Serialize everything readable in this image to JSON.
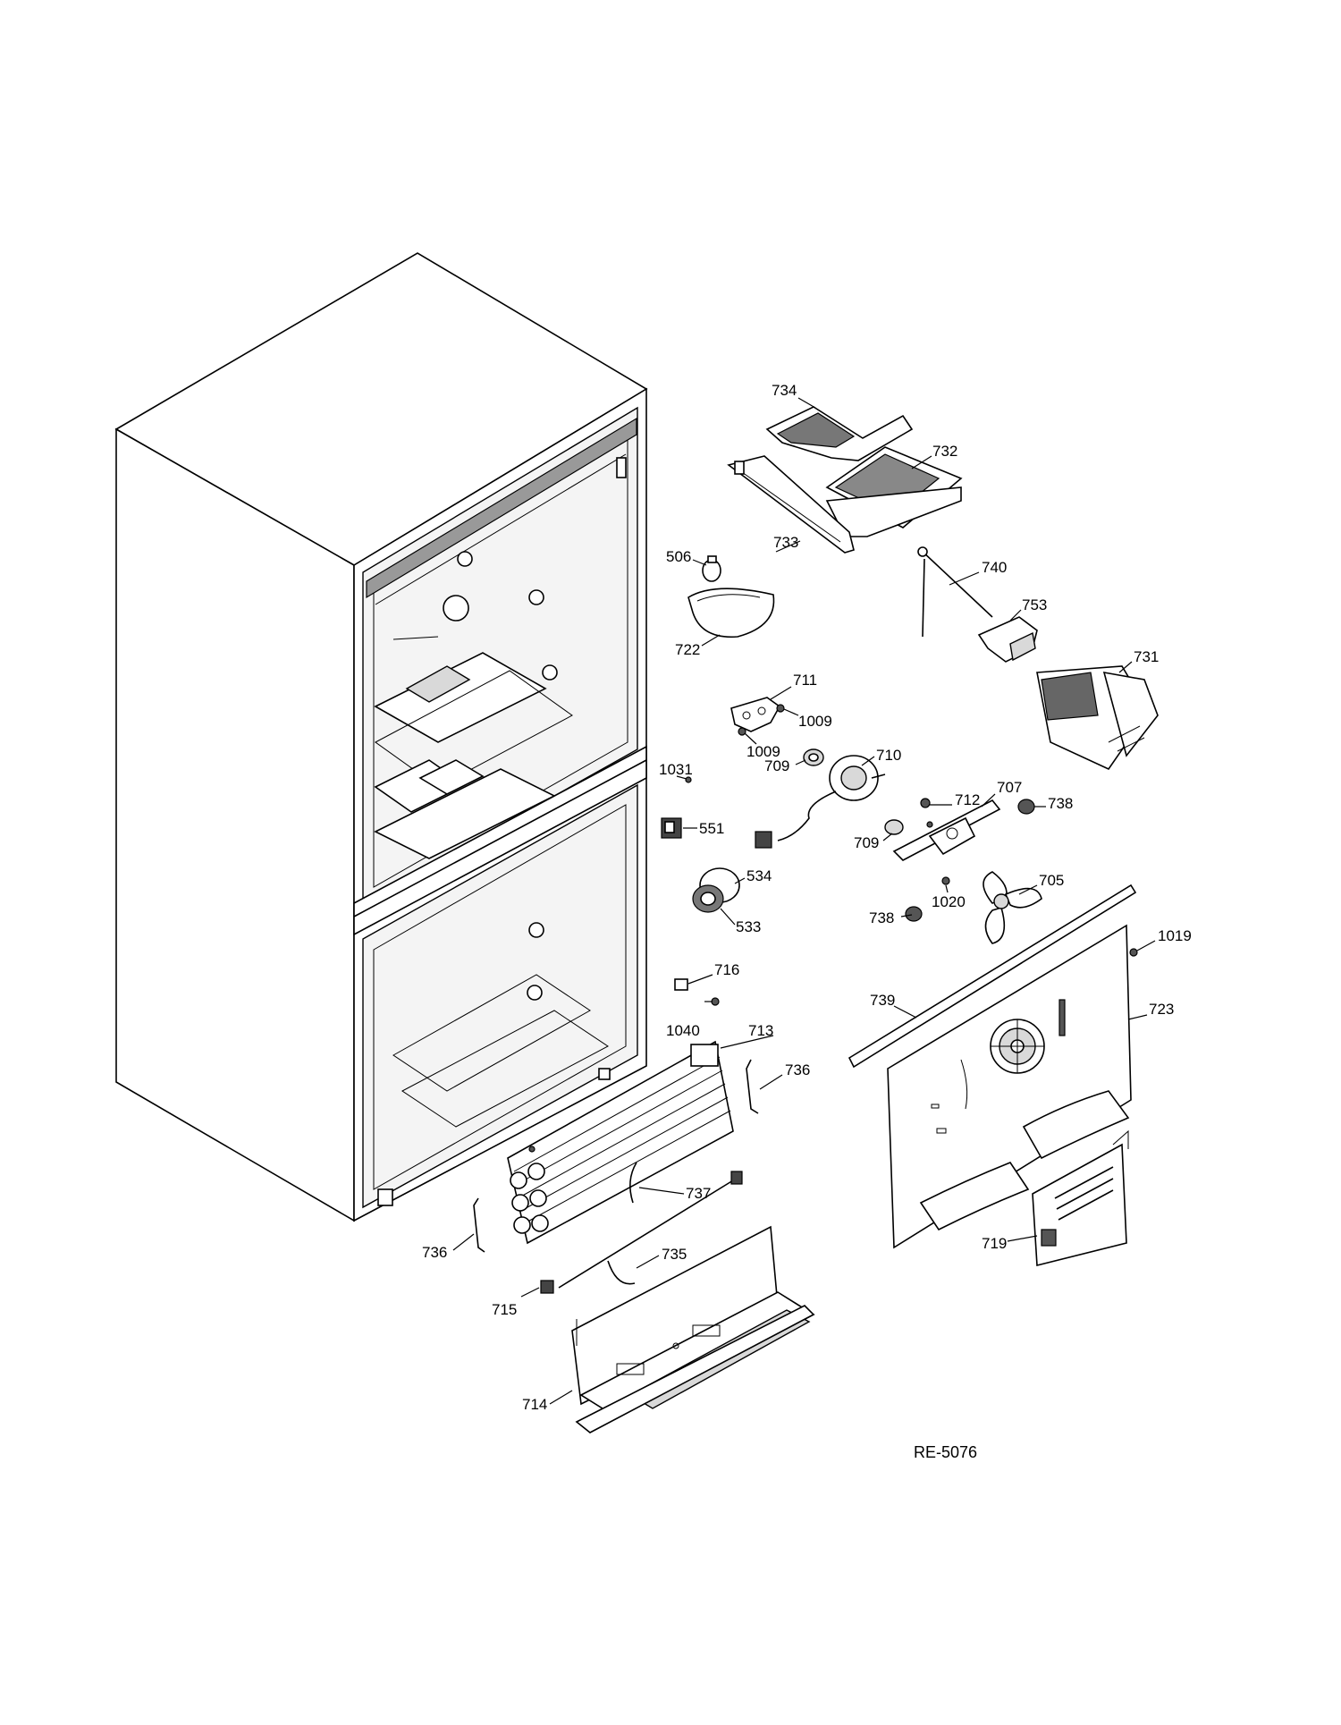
{
  "drawing_code": "RE-5076",
  "callouts": [
    {
      "id": "734",
      "text": "734"
    },
    {
      "id": "732",
      "text": "732"
    },
    {
      "id": "733",
      "text": "733"
    },
    {
      "id": "506",
      "text": "506"
    },
    {
      "id": "722",
      "text": "722"
    },
    {
      "id": "740",
      "text": "740"
    },
    {
      "id": "753",
      "text": "753"
    },
    {
      "id": "731",
      "text": "731"
    },
    {
      "id": "711",
      "text": "711"
    },
    {
      "id": "1009a",
      "text": "1009"
    },
    {
      "id": "1009b",
      "text": "1009"
    },
    {
      "id": "709a",
      "text": "709"
    },
    {
      "id": "710",
      "text": "710"
    },
    {
      "id": "1031",
      "text": "1031"
    },
    {
      "id": "551",
      "text": "551"
    },
    {
      "id": "712",
      "text": "712"
    },
    {
      "id": "707",
      "text": "707"
    },
    {
      "id": "738a",
      "text": "738"
    },
    {
      "id": "709b",
      "text": "709"
    },
    {
      "id": "534",
      "text": "534"
    },
    {
      "id": "533",
      "text": "533"
    },
    {
      "id": "705",
      "text": "705"
    },
    {
      "id": "738b",
      "text": "738"
    },
    {
      "id": "1020",
      "text": "1020"
    },
    {
      "id": "1019",
      "text": "1019"
    },
    {
      "id": "716",
      "text": "716"
    },
    {
      "id": "739",
      "text": "739"
    },
    {
      "id": "723",
      "text": "723"
    },
    {
      "id": "1040",
      "text": "1040"
    },
    {
      "id": "713",
      "text": "713"
    },
    {
      "id": "736a",
      "text": "736"
    },
    {
      "id": "737",
      "text": "737"
    },
    {
      "id": "736b",
      "text": "736"
    },
    {
      "id": "735",
      "text": "735"
    },
    {
      "id": "715",
      "text": "715"
    },
    {
      "id": "719",
      "text": "719"
    },
    {
      "id": "714",
      "text": "714"
    }
  ]
}
